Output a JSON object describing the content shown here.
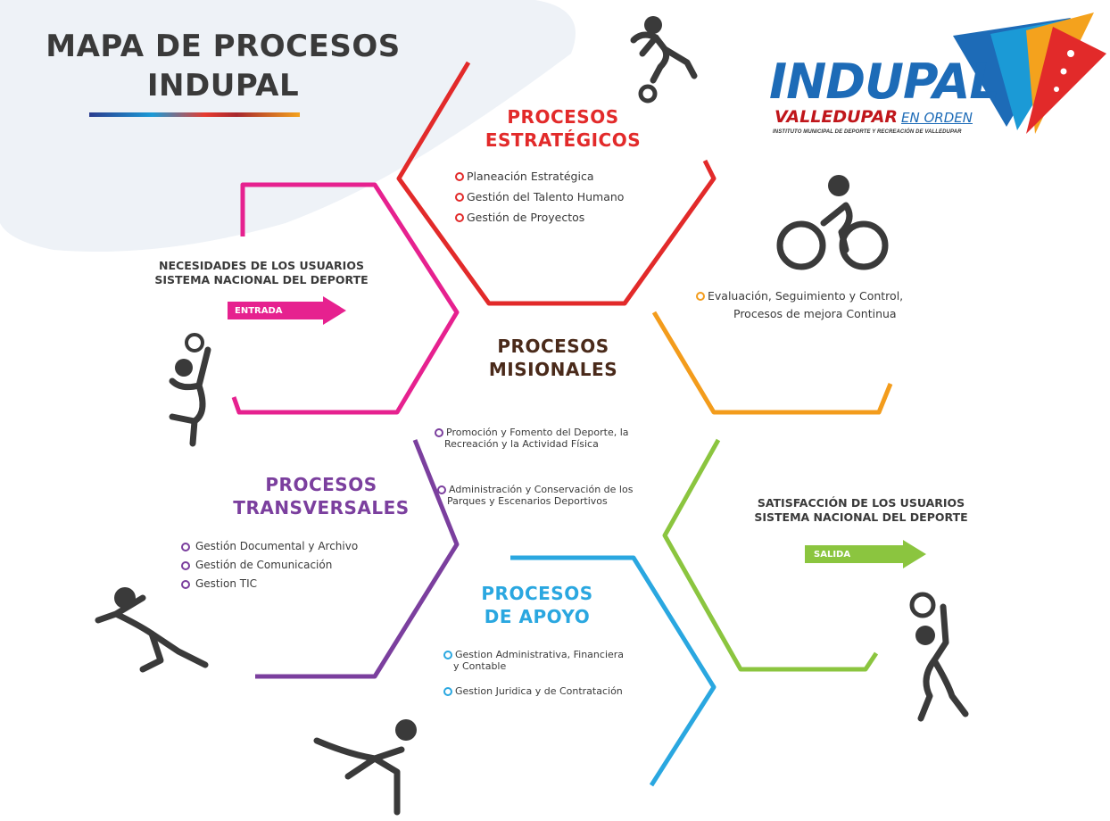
{
  "title": {
    "line1": "MAPA DE PROCESOS",
    "line2": "INDUPAL"
  },
  "logo": {
    "main": "INDUPAL",
    "sub": "VALLEDUPAR",
    "sub_tail": "EN ORDEN",
    "caption": "INSTITUTO MUNICIPAL DE DEPORTE Y RECREACIÓN DE VALLEDUPAR"
  },
  "estrategicos": {
    "title1": "PROCESOS",
    "title2": "ESTRATÉGICOS",
    "items": [
      "Planeación Estratégica",
      "Gestión del Talento Humano",
      "Gestión de Proyectos"
    ],
    "color": "#e22a2a"
  },
  "evaluacion": {
    "line1": "Evaluación, Seguimiento y Control,",
    "line2": "Procesos de mejora Continua",
    "color": "#f39c1c"
  },
  "misionales": {
    "title1": "PROCESOS",
    "title2": "MISIONALES",
    "item1_line1": "Promoción y Fomento del Deporte, la",
    "item1_line2": "Recreación y la Actividad Física",
    "item2_line1": "Administración y Conservación de los",
    "item2_line2": "Parques y Escenarios Deportivos",
    "color": "#4a2a1a",
    "bullet_color": "#7b3f9e"
  },
  "entrada": {
    "line1": "NECESIDADES DE LOS USUARIOS",
    "line2": "SISTEMA NACIONAL DEL DEPORTE",
    "arrow": "ENTRADA",
    "color": "#e6218f"
  },
  "salida": {
    "line1": "SATISFACCIÓN DE LOS USUARIOS",
    "line2": "SISTEMA NACIONAL DEL DEPORTE",
    "arrow": "SALIDA",
    "color": "#8bc53f"
  },
  "transversales": {
    "title1": "PROCESOS",
    "title2": "TRANSVERSALES",
    "items": [
      "Gestión Documental y Archivo",
      "Gestión de Comunicación",
      "Gestion TIC"
    ],
    "color": "#7b3f9e"
  },
  "apoyo": {
    "title1": "PROCESOS",
    "title2": "DE APOYO",
    "item1_line1": "Gestion Administrativa, Financiera",
    "item1_line2": "y Contable",
    "item2": "Gestion Juridica y de Contratación",
    "color": "#2aa7e0"
  },
  "icons": [
    "soccer-player-icon",
    "cyclist-icon",
    "volleyball-player-icon",
    "runner-icon",
    "kicker-icon",
    "basketball-player-icon"
  ]
}
